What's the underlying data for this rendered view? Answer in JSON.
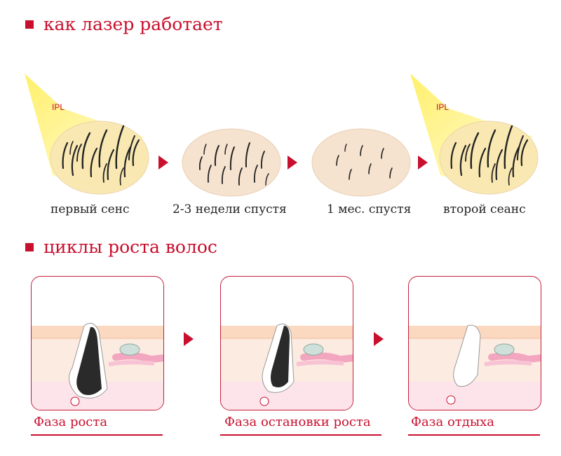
{
  "colors": {
    "accent": "#c8102e",
    "skin": "#f6e3cf",
    "beam": "#fff27a"
  },
  "laser_section": {
    "title": "как лазер работает",
    "ipl_label": "IPL",
    "steps": [
      {
        "label": "первый сенс"
      },
      {
        "label": "2-3 недели спустя"
      },
      {
        "label": "1 мес. спустя"
      },
      {
        "label": "второй сеанс"
      }
    ]
  },
  "cycle_section": {
    "title": "циклы роста волос",
    "phases": [
      {
        "label": "Фаза роста"
      },
      {
        "label": "Фаза остановки роста"
      },
      {
        "label": "Фаза отдыха"
      }
    ]
  }
}
